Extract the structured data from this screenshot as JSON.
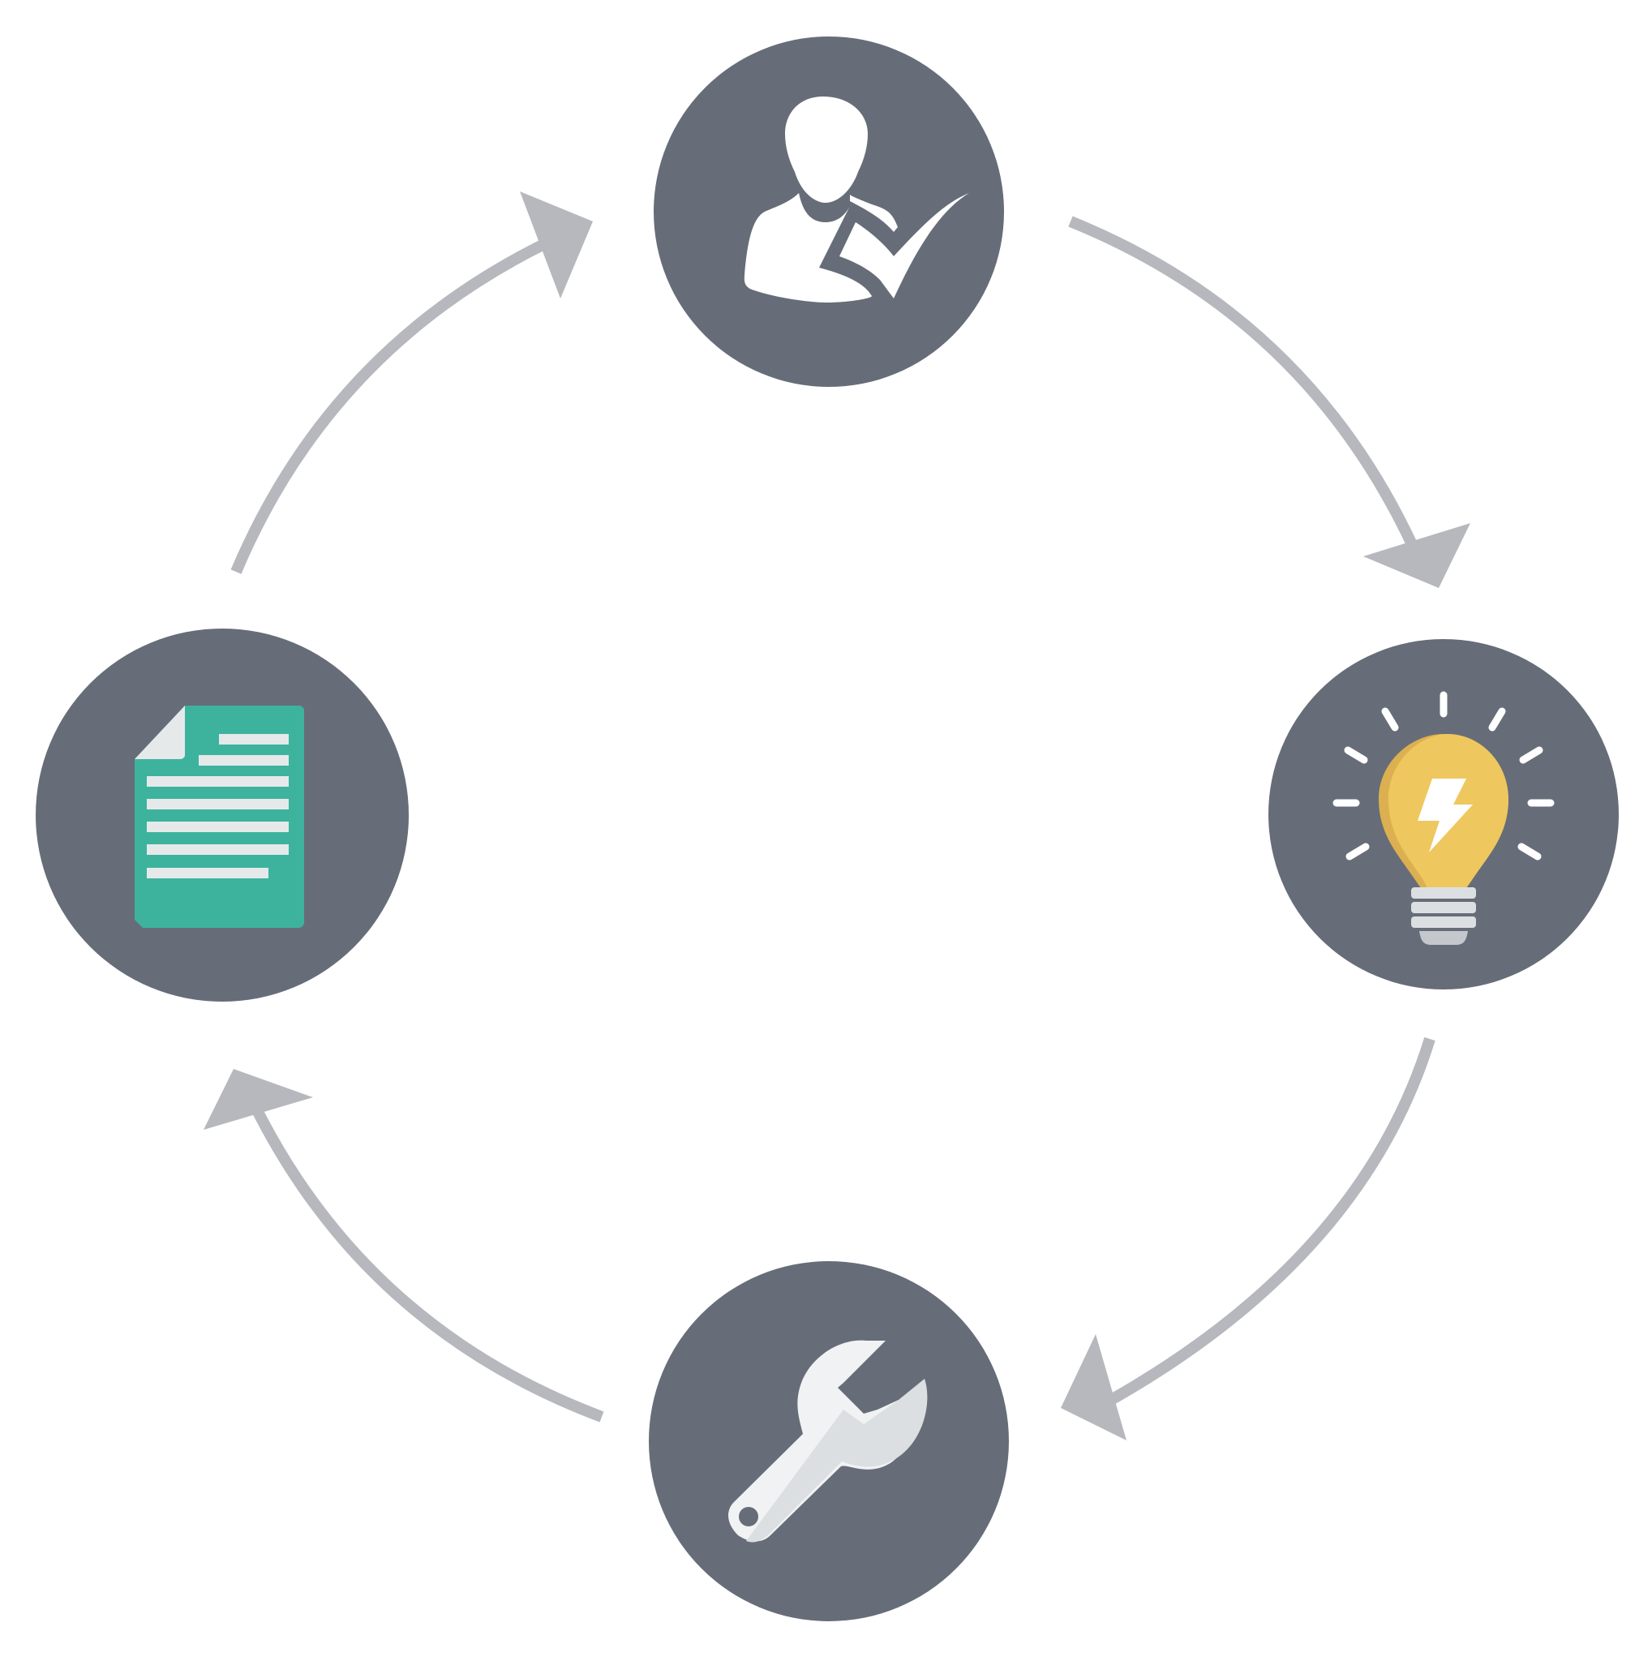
{
  "colors": {
    "background": "#ffffff",
    "node_fill": "#666d78",
    "arrow": "#b6b8bd",
    "document": "#3db39e",
    "document_fold": "#e6e9ea",
    "document_lines": "#e6e9ea",
    "bulb": "#eec75f",
    "bulb_shade": "#dcaf50",
    "bulb_base": "#dcdfe2",
    "bulb_base_dark": "#c4c8cc",
    "wrench_light": "#f1f2f3",
    "wrench_shade": "#dcdfe2",
    "person": "#ffffff"
  },
  "nodes": [
    {
      "name": "node-top",
      "icon": "person-check-icon"
    },
    {
      "name": "node-right",
      "icon": "lightbulb-icon"
    },
    {
      "name": "node-bottom",
      "icon": "wrench-icon"
    },
    {
      "name": "node-left",
      "icon": "document-icon"
    }
  ],
  "edges": [
    {
      "from": "node-top",
      "to": "node-right"
    },
    {
      "from": "node-right",
      "to": "node-bottom"
    },
    {
      "from": "node-bottom",
      "to": "node-left"
    },
    {
      "from": "node-left",
      "to": "node-top"
    }
  ]
}
